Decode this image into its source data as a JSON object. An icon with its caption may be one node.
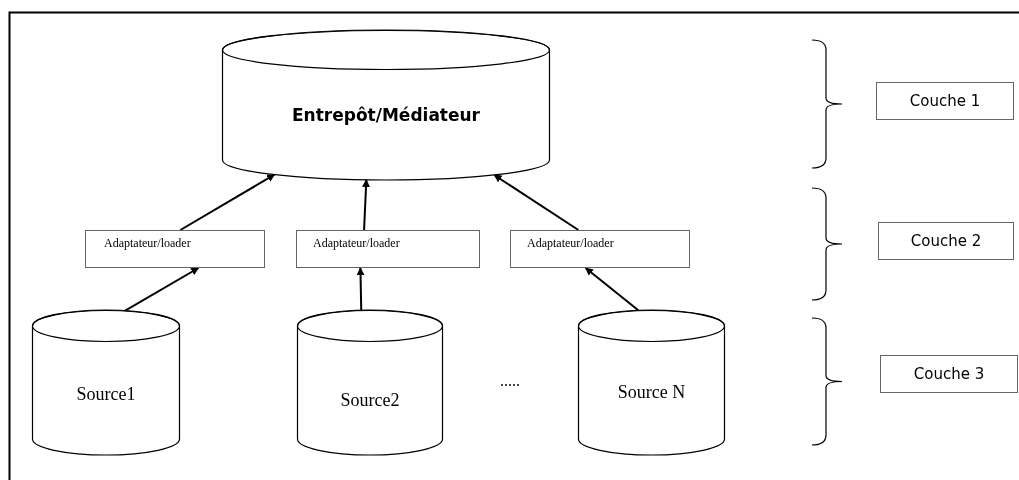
{
  "diagram": {
    "nodes": [
      {
        "text": [
          "Entrepôt/Médiateur"
        ]
      },
      {
        "text": [
          "Adaptateur/loader"
        ]
      },
      {
        "text": [
          "Adaptateur/loader"
        ]
      },
      {
        "text": [
          "Adaptateur/loader"
        ]
      },
      {
        "text": [
          "Source1"
        ]
      },
      {
        "text": [
          "Source2"
        ]
      },
      {
        "text": [
          "Source N"
        ]
      },
      {
        "text": [
          "Couche 1"
        ]
      },
      {
        "text": [
          "Couche 2"
        ]
      },
      {
        "text": [
          "Couche 3"
        ]
      }
    ],
    "edges": [
      {
        "from": 1,
        "to": 0,
        "arrow": "to"
      },
      {
        "from": 2,
        "to": 0,
        "arrow": "to"
      },
      {
        "from": 3,
        "to": 0,
        "arrow": "to"
      },
      {
        "from": 4,
        "to": 1,
        "arrow": "to"
      },
      {
        "from": 5,
        "to": 2,
        "arrow": "to"
      },
      {
        "from": 6,
        "to": 3,
        "arrow": "to"
      }
    ],
    "labels": [
      "....."
    ]
  }
}
